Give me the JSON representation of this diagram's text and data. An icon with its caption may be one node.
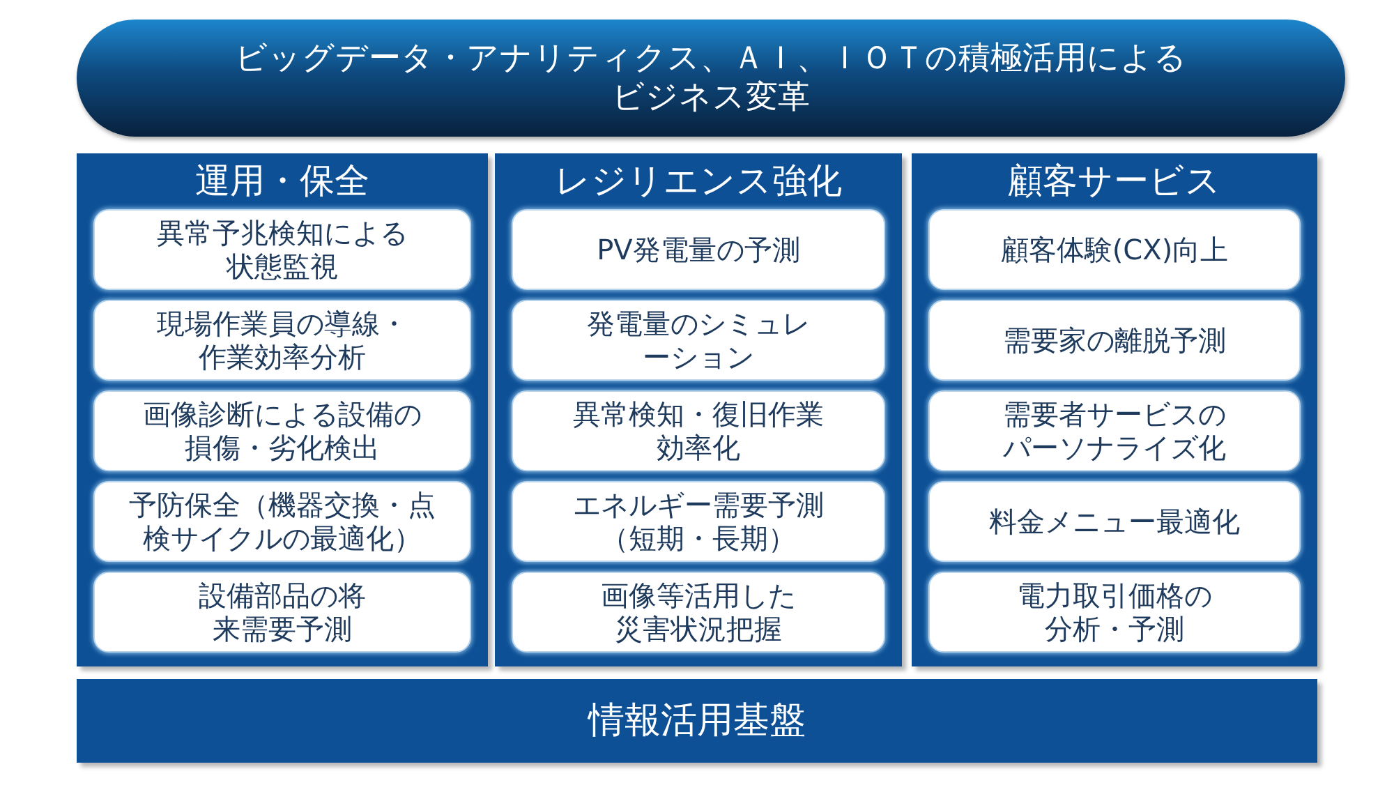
{
  "diagram": {
    "nodes": [
      {
        "text": [
          "ビッグデータ・アナリティクス、ＡＩ、ＩＯＴの積極活用によるビジネス変革"
        ]
      },
      {
        "text": [
          "運用・保全"
        ]
      },
      {
        "text": [
          "異常予兆検知による状態監視"
        ],
        "in": 1
      },
      {
        "text": [
          "現場作業員の導線・作業効率分析"
        ],
        "in": 1
      },
      {
        "text": [
          "画像診断による設備の損傷・劣化検出"
        ],
        "in": 1
      },
      {
        "text": [
          "予防保全（機器交換・点検サイクルの最適化）"
        ],
        "in": 1
      },
      {
        "text": [
          "設備部品の将来需要予測"
        ],
        "in": 1
      },
      {
        "text": [
          "レジリエンス強化"
        ]
      },
      {
        "text": [
          "PV発電量の予測"
        ],
        "in": 7
      },
      {
        "text": [
          "発電量のシミュレーション"
        ],
        "in": 7
      },
      {
        "text": [
          "異常検知・復旧作業効率化"
        ],
        "in": 7
      },
      {
        "text": [
          "エネルギー需要予測（短期・長期）"
        ],
        "in": 7
      },
      {
        "text": [
          "画像等活用した災害状況把握"
        ],
        "in": 7
      },
      {
        "text": [
          "顧客サービス"
        ]
      },
      {
        "text": [
          "顧客体験(CX)向上"
        ],
        "in": 13
      },
      {
        "text": [
          "需要家の離脱予測"
        ],
        "in": 13
      },
      {
        "text": [
          "需要者サービスのパーソナライズ化"
        ],
        "in": 13
      },
      {
        "text": [
          "料金メニュー最適化"
        ],
        "in": 13
      },
      {
        "text": [
          "電力取引価格の分析・予測"
        ],
        "in": 13
      },
      {
        "text": [
          "情報活用基盤"
        ]
      }
    ]
  }
}
